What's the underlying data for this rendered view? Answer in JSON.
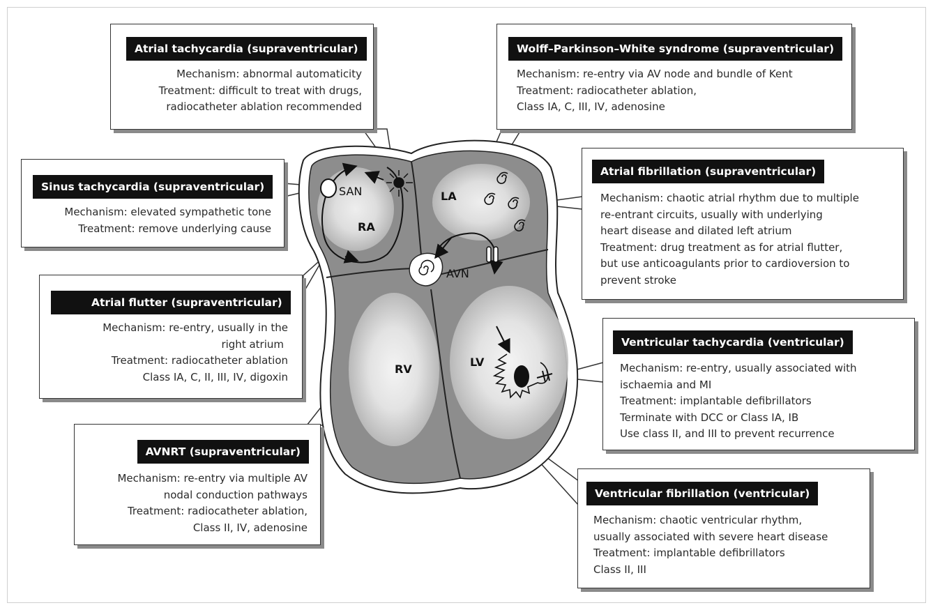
{
  "heart_labels": {
    "san": "SAN",
    "la": "LA",
    "ra": "RA",
    "avn": "AVN",
    "rv": "RV",
    "lv": "LV"
  },
  "boxes": {
    "atrial_tachycardia": {
      "title": "Atrial tachycardia (supraventricular)",
      "lines": [
        "Mechanism: abnormal automaticity",
        "Treatment: difficult to treat with drugs,",
        "radiocatheter ablation recommended"
      ]
    },
    "wpw": {
      "title": "Wolff–Parkinson–White syndrome (supraventricular)",
      "lines": [
        "Mechanism: re-entry via AV node and bundle of Kent",
        "Treatment: radiocatheter ablation,",
        "Class IA, C, III, IV, adenosine"
      ]
    },
    "sinus_tachycardia": {
      "title": "Sinus tachycardia (supraventricular)",
      "lines": [
        "Mechanism: elevated sympathetic tone",
        "Treatment: remove underlying cause"
      ]
    },
    "atrial_fibrillation": {
      "title": "Atrial fibrillation (supraventricular)",
      "lines": [
        "Mechanism: chaotic atrial rhythm due to multiple",
        "re-entrant circuits, usually with underlying",
        "heart disease and dilated left atrium",
        "Treatment: drug treatment as for atrial flutter,",
        "but use anticoagulants prior to cardioversion to",
        "prevent stroke"
      ]
    },
    "atrial_flutter": {
      "title": "Atrial flutter (supraventricular)",
      "lines": [
        "Mechanism: re-entry, usually in the",
        "right atrium",
        "Treatment: radiocatheter ablation",
        "Class IA, C, II, III, IV, digoxin"
      ]
    },
    "ventricular_tachycardia": {
      "title": "Ventricular tachycardia (ventricular)",
      "lines": [
        "Mechanism: re-entry, usually associated with",
        "ischaemia and MI",
        "Treatment: implantable defibrillators",
        "Terminate with DCC or Class IA, IB",
        "Use class II, and III to prevent recurrence"
      ]
    },
    "avnrt": {
      "title": "AVNRT (supraventricular)",
      "lines": [
        "Mechanism: re-entry via multiple AV",
        "nodal conduction pathways",
        "Treatment: radiocatheter ablation,",
        "Class II, IV, adenosine"
      ]
    },
    "ventricular_fibrillation": {
      "title": "Ventricular fibrillation (ventricular)",
      "lines": [
        "Mechanism: chaotic ventricular rhythm,",
        "usually associated with severe heart disease",
        "Treatment: implantable defibrillators",
        "Class II, III"
      ]
    }
  }
}
